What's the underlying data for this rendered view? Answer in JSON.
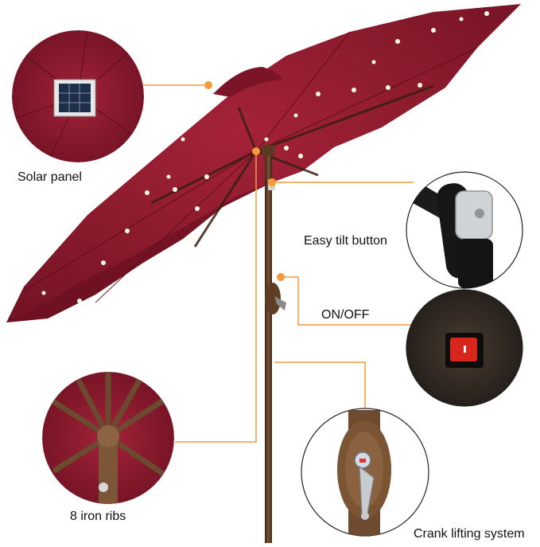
{
  "colors": {
    "canopy": "#8e1a2d",
    "canopy_dark": "#6a1020",
    "leader_line": "#f39a3c",
    "pole": "#5a3a22",
    "led": "#fffbe8"
  },
  "callouts": {
    "solar_panel": {
      "label": "Solar panel",
      "icon": "solar-panel-icon"
    },
    "tilt": {
      "label": "Easy tilt button",
      "icon": "tilt-button-icon"
    },
    "switch": {
      "label": "ON/OFF",
      "icon": "power-switch-icon"
    },
    "ribs": {
      "label": "8 iron ribs",
      "icon": "ribs-icon"
    },
    "crank": {
      "label": "Crank lifting system",
      "icon": "crank-icon"
    }
  }
}
